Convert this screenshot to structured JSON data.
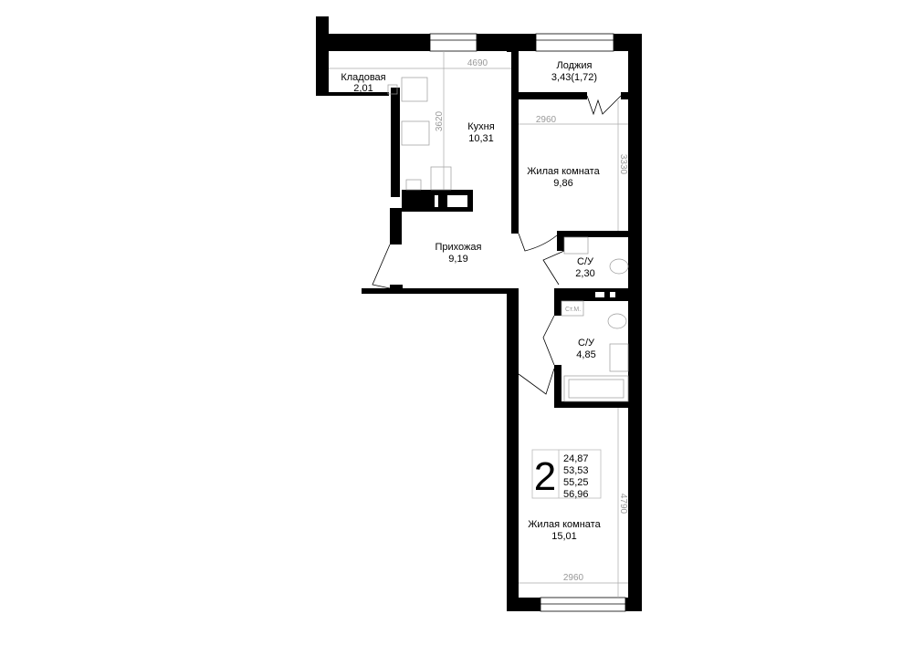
{
  "rooms": {
    "storage": {
      "name": "Кладовая",
      "area": "2,01"
    },
    "kitchen": {
      "name": "Кухня",
      "area": "10,31"
    },
    "loggia": {
      "name": "Лоджия",
      "area": "3,43(1,72)"
    },
    "bedroom1": {
      "name": "Жилая комната",
      "area": "9,86"
    },
    "hall": {
      "name": "Прихожая",
      "area": "9,19"
    },
    "wc1": {
      "name": "С/У",
      "area": "2,30"
    },
    "wc2": {
      "name": "С/У",
      "area": "4,85"
    },
    "bedroom2": {
      "name": "Жилая комната",
      "area": "15,01"
    }
  },
  "dimensions": {
    "kitchen_width": "4690",
    "kitchen_length": "3620",
    "bedroom1_width": "2960",
    "bedroom1_length": "3330",
    "bedroom2_width": "2960",
    "bedroom2_length": "4790"
  },
  "washer_label": "Ст.М.",
  "summary": {
    "rooms_count": "2",
    "areas": [
      "24,87",
      "53,53",
      "55,25",
      "56,96"
    ]
  }
}
